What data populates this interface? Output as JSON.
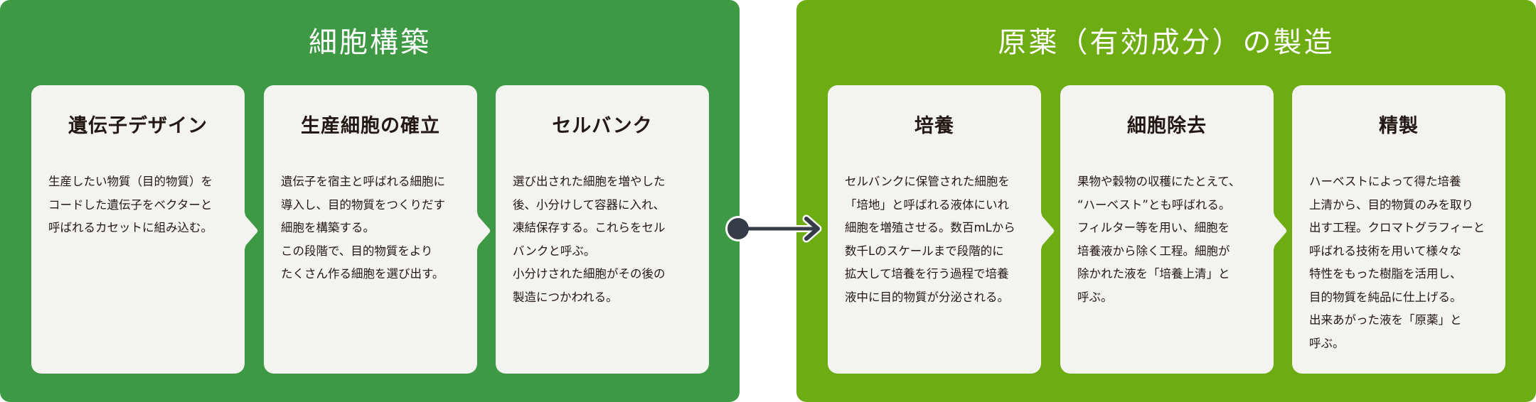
{
  "colors": {
    "left_panel": "#3d9943",
    "right_panel": "#6eac14",
    "card_bg": "#f3f3ef",
    "text": "#231815",
    "arrow": "#353c47"
  },
  "left_panel": {
    "title": "細胞構築",
    "cards": [
      {
        "title": "遺伝子デザイン",
        "body": "生産したい物質（目的物質）を\nコードした遺伝子をベクターと\n呼ばれるカセットに組み込む。"
      },
      {
        "title": "生産細胞の確立",
        "body": "遺伝子を宿主と呼ばれる細胞に\n導入し、目的物質をつくりだす\n細胞を構築する。\nこの段階で、目的物質をより\nたくさん作る細胞を選び出す。"
      },
      {
        "title": "セルバンク",
        "body": "選び出された細胞を増やした\n後、小分けして容器に入れ、\n凍結保存する。これらをセル\nバンクと呼ぶ。\n小分けされた細胞がその後の\n製造につかわれる。"
      }
    ]
  },
  "right_panel": {
    "title": "原薬（有効成分）の製造",
    "cards": [
      {
        "title": "培養",
        "body": "セルバンクに保管された細胞を\n「培地」と呼ばれる液体にいれ\n細胞を増殖させる。数百mLから\n数千Lのスケールまで段階的に\n拡大して培養を行う過程で培養\n液中に目的物質が分泌される。"
      },
      {
        "title": "細胞除去",
        "body": "果物や穀物の収穫にたとえて、\n“ハーベスト”とも呼ばれる。\nフィルター等を用い、細胞を\n培養液から除く工程。細胞が\n除かれた液を「培養上清」と\n呼ぶ。"
      },
      {
        "title": "精製",
        "body": "ハーベストによって得た培養\n上清から、目的物質のみを取り\n出す工程。クロマトグラフィーと\n呼ばれる技術を用いて様々な\n特性をもった樹脂を活用し、\n目的物質を純品に仕上げる。\n出来あがった液を「原薬」と\n呼ぶ。"
      }
    ]
  },
  "connector": {
    "icon": "arrow-right-icon"
  }
}
